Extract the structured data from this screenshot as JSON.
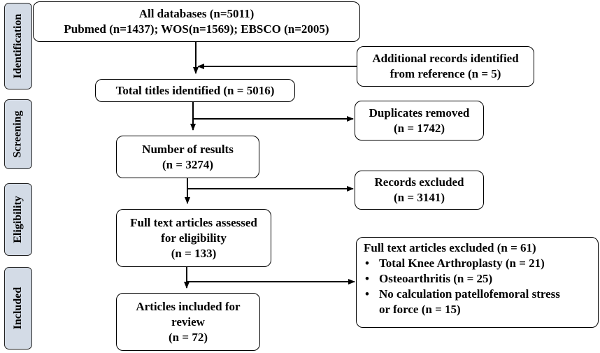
{
  "phases": [
    {
      "label": "Identification"
    },
    {
      "label": "Screening"
    },
    {
      "label": "Eligibility"
    },
    {
      "label": "Included"
    }
  ],
  "boxes": {
    "all_databases": {
      "line1": "All databases (n=5011)",
      "line2": "Pubmed (n=1437); WOS(n=1569); EBSCO (n=2005)"
    },
    "additional_records": {
      "line1": "Additional records identified",
      "line2": "from reference (n = 5)"
    },
    "total_titles": {
      "line1": "Total titles identified (n = 5016)"
    },
    "duplicates_removed": {
      "line1": "Duplicates removed",
      "line2": "(n = 1742)"
    },
    "number_of_results": {
      "line1": "Number of results",
      "line2": "(n = 3274)"
    },
    "records_excluded": {
      "line1": "Records excluded",
      "line2": "(n = 3141)"
    },
    "full_text_assessed": {
      "line1": "Full text articles assessed",
      "line2": "for eligibility",
      "line3": "(n = 133)"
    },
    "full_text_excluded": {
      "heading": "Full text articles excluded (n = 61)",
      "bullet": "•",
      "items": [
        "Total Knee Arthroplasty (n = 21)",
        "Osteoarthritis (n = 25)",
        "No calculation patellofemoral stress"
      ],
      "item3_cont": "or force (n = 15)"
    },
    "included": {
      "line1": "Articles included for",
      "line2": "review",
      "line3": "(n = 72)"
    }
  }
}
